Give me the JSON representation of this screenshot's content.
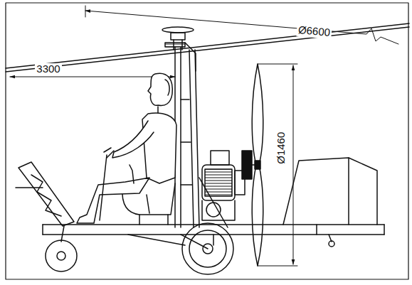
{
  "diagram": {
    "labels": [
      "Ø6600",
      "3300",
      "Ø1460"
    ]
  }
}
